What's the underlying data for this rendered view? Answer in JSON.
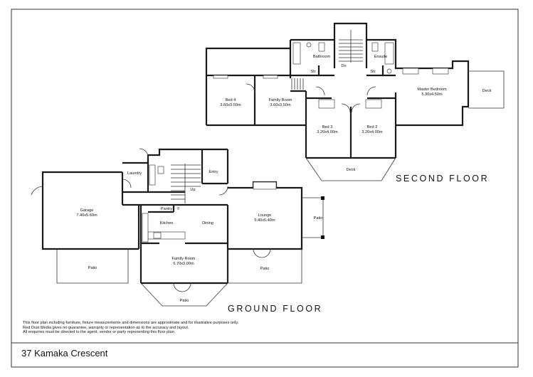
{
  "floors": {
    "second": {
      "title": "SECOND FLOOR",
      "rooms": {
        "bathroom": {
          "name": "Bathroom"
        },
        "ensuite": {
          "name": "Ensuite"
        },
        "dn": {
          "name": "Dn"
        },
        "str_left": {
          "name": "Str"
        },
        "str_right": {
          "name": "Str"
        },
        "bed4": {
          "name": "Bed 4",
          "dims": "3.60x3.50m"
        },
        "family_room": {
          "name": "Family Room",
          "dims": "3.60x3.50m"
        },
        "master_bedroom": {
          "name": "Master Bedroom",
          "dims": "5.30x4.50m"
        },
        "bed3": {
          "name": "Bed 3",
          "dims": "3.20x4.00m"
        },
        "bed2": {
          "name": "Bed 2",
          "dims": "3.20x4.00m"
        },
        "deck_right": {
          "name": "Deck"
        },
        "deck_bottom": {
          "name": "Deck"
        }
      }
    },
    "ground": {
      "title": "GROUND FLOOR",
      "rooms": {
        "laundry": {
          "name": "Laundry"
        },
        "entry": {
          "name": "Entry"
        },
        "up": {
          "name": "Up"
        },
        "garage": {
          "name": "Garage",
          "dims": "7.40x5.60m"
        },
        "pantry": {
          "name": "Pantry"
        },
        "f": {
          "name": "F"
        },
        "kitchen": {
          "name": "Kitchen"
        },
        "dining": {
          "name": "Dining"
        },
        "lounge": {
          "name": "Lounge",
          "dims": "5.40x5.40m"
        },
        "family_room": {
          "name": "Family Room",
          "dims": "6.70x3.00m"
        },
        "patio_garage": {
          "name": "Patio"
        },
        "patio_lounge": {
          "name": "Patio"
        },
        "patio_right": {
          "name": "Patio"
        },
        "patio_family": {
          "name": "Patio"
        }
      }
    }
  },
  "disclaimer": {
    "line1": "This floor plan including furniture, fixture measurements and dimensions are approximate and for illustrative purposes only.",
    "line2": "Red Dust Media gives no guarantee, warranty or representation as to the accuracy and layout.",
    "line3": "All enquiries must be directed to the agent, vendor or party representing this floor plan."
  },
  "address": "37 Kamaka Crescent"
}
